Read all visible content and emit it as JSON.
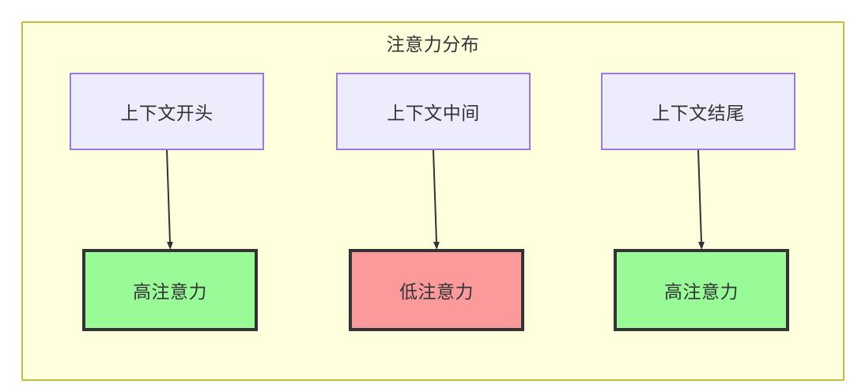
{
  "diagram": {
    "title": "注意力分布",
    "type": "flowchart",
    "container": {
      "fill_color": "#ffffdd",
      "border_color": "#bfbf3f"
    },
    "columns": [
      {
        "id": "col-1",
        "source": {
          "label": "上下文开头",
          "fill_color": "#ececfd",
          "border_color": "#9d78e0"
        },
        "target": {
          "label": "高注意力",
          "fill_color": "#98fb98",
          "border_color": "#333333"
        }
      },
      {
        "id": "col-2",
        "source": {
          "label": "上下文中间",
          "fill_color": "#ececfd",
          "border_color": "#9d78e0"
        },
        "target": {
          "label": "低注意力",
          "fill_color": "#fb9a9a",
          "border_color": "#333333"
        }
      },
      {
        "id": "col-3",
        "source": {
          "label": "上下文结尾",
          "fill_color": "#ececfd",
          "border_color": "#9d78e0"
        },
        "target": {
          "label": "高注意力",
          "fill_color": "#98fb98",
          "border_color": "#333333"
        }
      }
    ],
    "edges": [
      {
        "from": "上下文开头",
        "to": "高注意力",
        "label": "",
        "color": "#333333"
      },
      {
        "from": "上下文中间",
        "to": "低注意力",
        "label": "",
        "color": "#333333"
      },
      {
        "from": "上下文结尾",
        "to": "高注意力",
        "label": "",
        "color": "#333333"
      }
    ]
  }
}
